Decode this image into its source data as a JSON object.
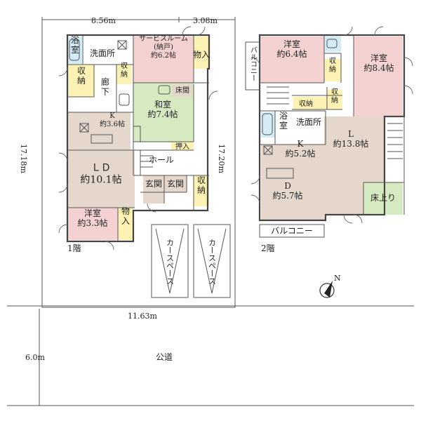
{
  "colors": {
    "pink": "#f4d2d2",
    "yellow": "#fbf2b3",
    "green": "#d6eac2",
    "tan": "#e6d7cc",
    "blue": "#d4ecf6",
    "white": "#ffffff"
  },
  "dimensions": {
    "top_left": "8.56m",
    "top_right": "3.08m",
    "left_side": "17.18m",
    "right_side": "17.20m",
    "bottom": "11.63m",
    "road_depth": "6.0m"
  },
  "floor1": {
    "label": "1階",
    "rooms": {
      "bath": "浴\n室",
      "washroom": "洗面所",
      "service_room": "サービスルーム\n(納戸)\n約6.2帖",
      "storage_top": "物入",
      "closet_left": "収\n納",
      "corridor": "廊\n下",
      "closet_small": "収\n納",
      "toko": "床間",
      "washitsu": "和室\n約7.4帖",
      "kitchen": "K\n約3.6帖",
      "oshi": "押入",
      "hall": "ホール",
      "ld": "ＬＤ\n約10.1帖",
      "genkan1": "玄関",
      "genkan2": "玄関",
      "closet_right": "収\n納",
      "youshitsu": "洋室\n約3.3帖",
      "storage_bottom": "物\n入"
    },
    "carports": [
      "カースペース",
      "カースペース"
    ]
  },
  "floor2": {
    "label": "2階",
    "rooms": {
      "balcony_top": "バルコニー",
      "youshitsu1": "洋室\n約6.4帖",
      "youshitsu2": "洋室\n約8.4帖",
      "closet_a": "収\n納",
      "closet_b": "収納",
      "closet_c": "収\n納",
      "bath": "浴\n室",
      "washroom": "洗面所",
      "k": "K\n約5.2帖",
      "l": "L\n約13.8帖",
      "d": "D\n約5.7帖",
      "yukaage": "床上り",
      "balcony_bottom": "バルコニー"
    }
  },
  "road": "公道",
  "compass": "N"
}
